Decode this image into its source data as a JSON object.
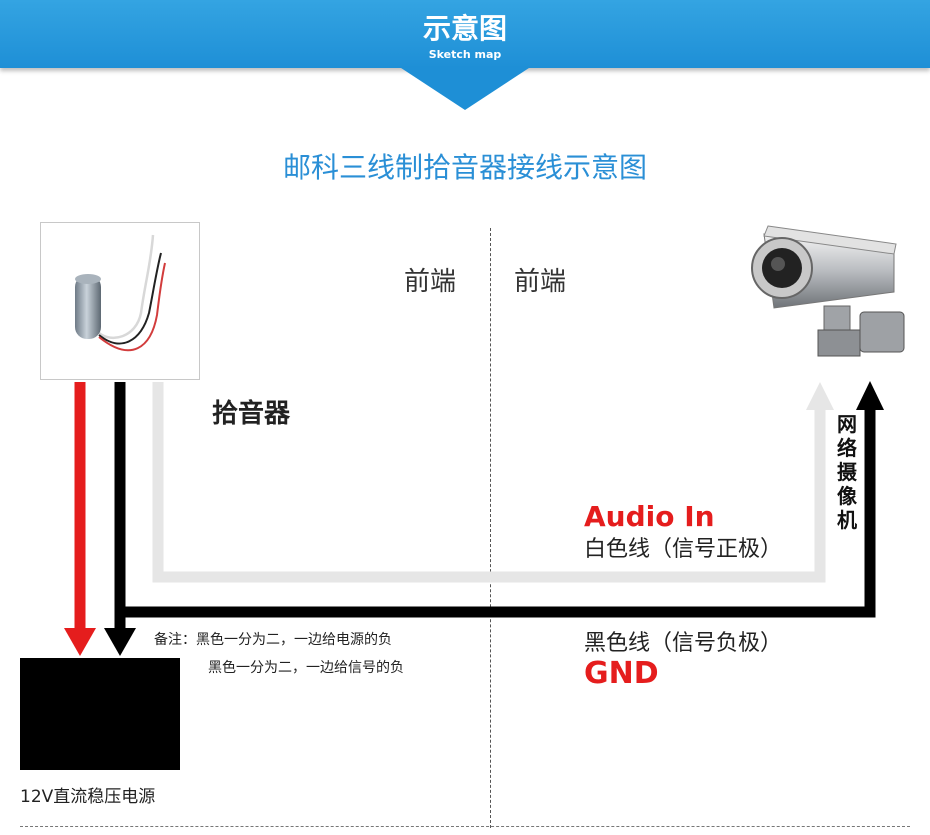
{
  "banner": {
    "title": "示意图",
    "subtitle": "Sketch map",
    "color": "#1e8fd6"
  },
  "diagram": {
    "title": "邮科三线制拾音器接线示意图",
    "front_left": "前端",
    "front_right": "前端",
    "mic_label": "拾音器",
    "audio_in": "Audio In",
    "white_wire": "白色线（信号正极）",
    "black_wire": "黑色线（信号负极）",
    "gnd": "GND",
    "note_line1": "备注：黑色一分为二，一边给电源的负",
    "note_line2": "黑色一分为二，一边给信号的负",
    "camera_label": "网络摄像机",
    "psu_label": "12V直流稳压电源",
    "colors": {
      "red_wire": "#e51d1d",
      "black_wire": "#000000",
      "white_wire": "#e6e6e6",
      "title_blue": "#2a8fd6"
    }
  }
}
